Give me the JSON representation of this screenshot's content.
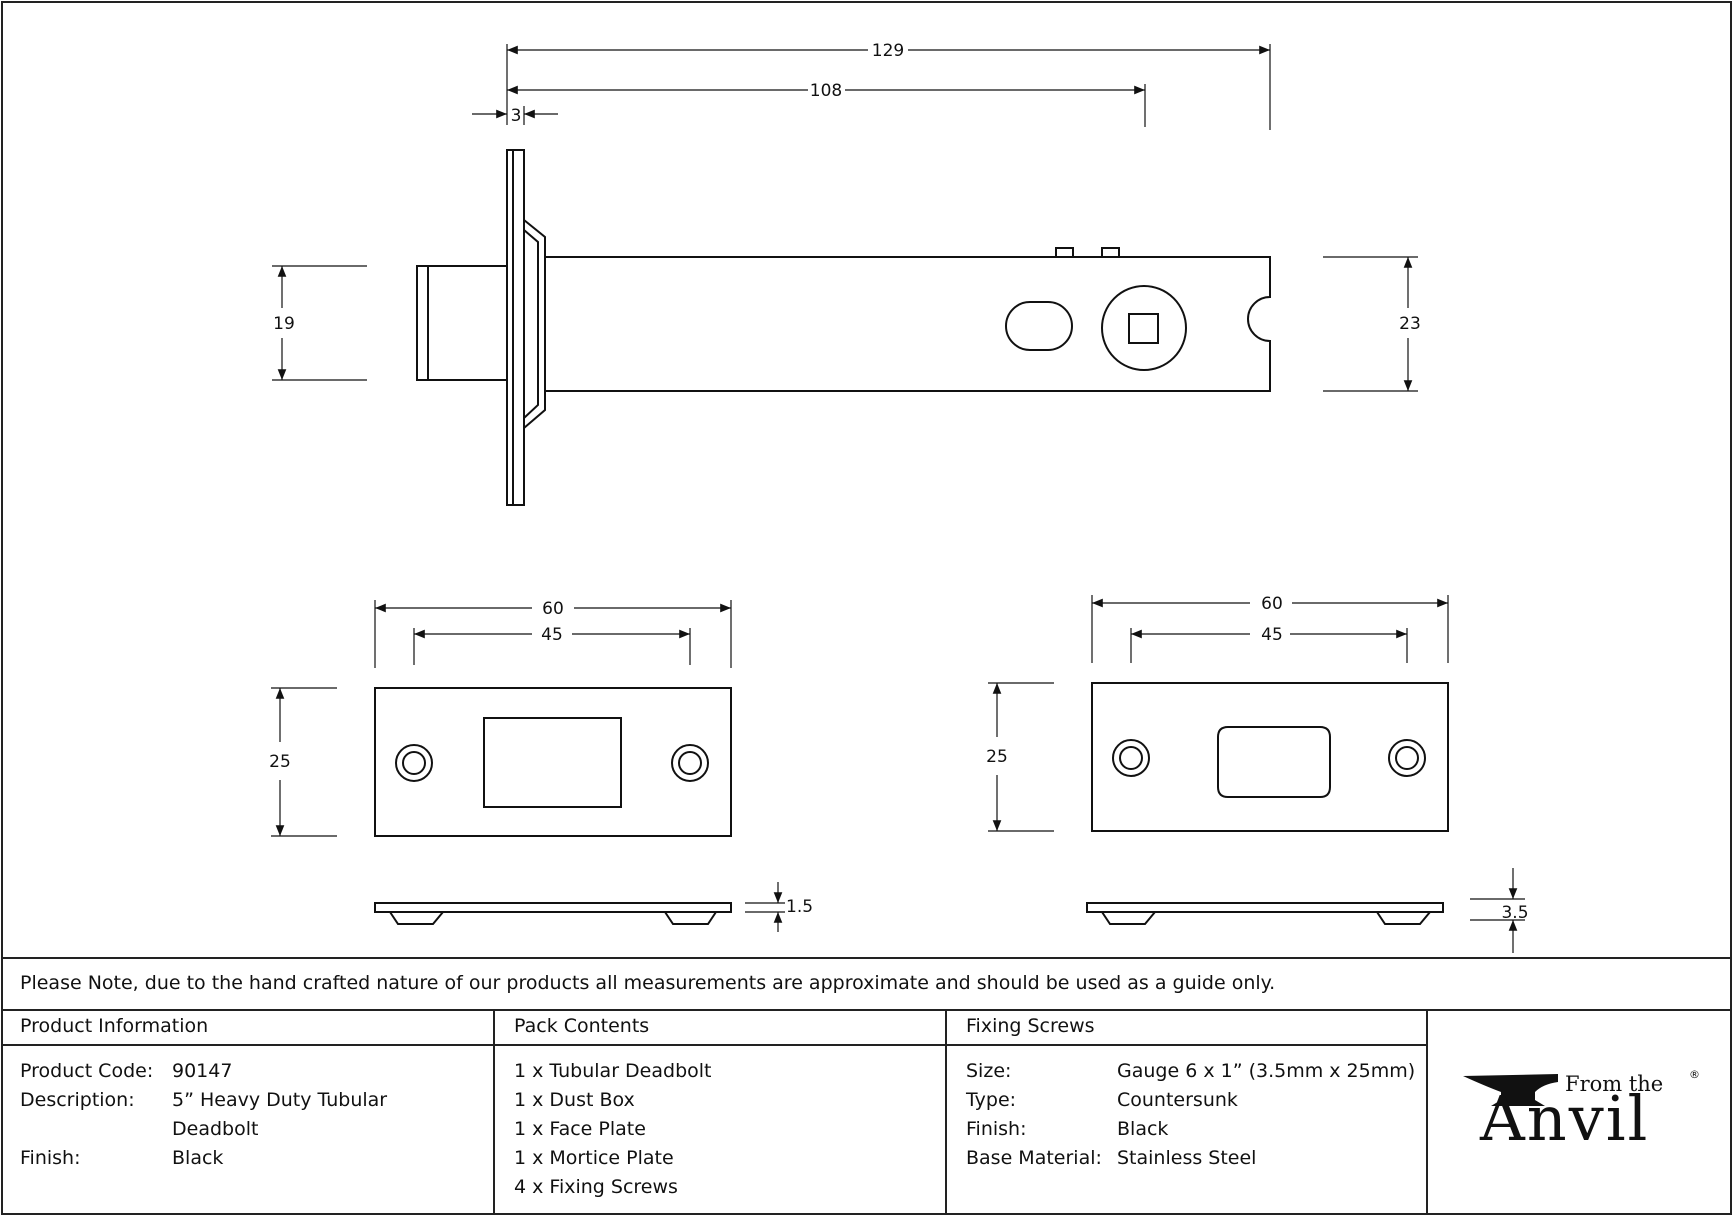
{
  "dimensions": {
    "overall_length": "129",
    "backset_length": "108",
    "faceplate_thickness": "3",
    "bolt_height": "19",
    "case_height": "23",
    "plate_left_width": "60",
    "plate_left_hole_spacing": "45",
    "plate_left_height": "25",
    "plate_left_thickness": "1.5",
    "plate_right_width": "60",
    "plate_right_hole_spacing": "45",
    "plate_right_height": "25",
    "plate_right_thickness": "3.5"
  },
  "note": "Please Note, due to the hand crafted nature of our products all measurements are approximate and should be used as a guide only.",
  "product_info": {
    "heading": "Product Information",
    "rows": [
      {
        "label": "Product Code:",
        "value": "90147"
      },
      {
        "label": "Description:",
        "value": "5” Heavy Duty Tubular"
      },
      {
        "label": "",
        "value": "Deadbolt"
      },
      {
        "label": "Finish:",
        "value": "Black"
      }
    ]
  },
  "pack_contents": {
    "heading": "Pack Contents",
    "items": [
      "1 x Tubular Deadbolt",
      "1 x Dust Box",
      "1 x Face Plate",
      "1 x Mortice Plate",
      "4 x Fixing Screws"
    ]
  },
  "fixing_screws": {
    "heading": "Fixing Screws",
    "rows": [
      {
        "label": "Size:",
        "value": "Gauge 6 x 1” (3.5mm x 25mm)"
      },
      {
        "label": "Type:",
        "value": "Countersunk"
      },
      {
        "label": "Finish:",
        "value": "Black"
      },
      {
        "label": "Base Material:",
        "value": "Stainless Steel"
      }
    ]
  },
  "logo": {
    "top_text": "From the",
    "main_text": "Anvil",
    "mark": "®"
  }
}
